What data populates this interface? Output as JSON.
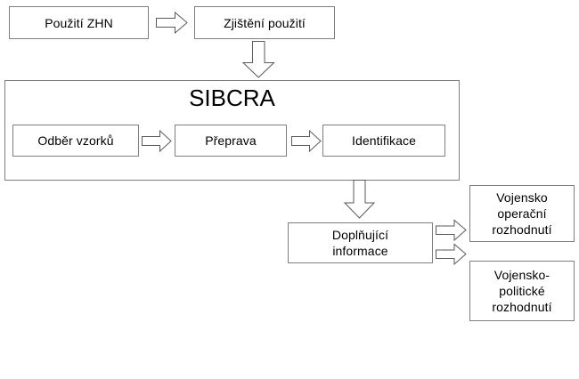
{
  "diagram": {
    "title": "SIBCRA",
    "group_label": "SIBCRA",
    "nodes": {
      "pouziti_zhn": "Použití ZHN",
      "zjisteni_pouziti": "Zjištění použití",
      "odber_vzorku": "Odběr vzorků",
      "preprava": "Přeprava",
      "identifikace": "Identifikace",
      "doplnujici_informace_line1": "Doplňující",
      "doplnujici_informace_line2": "informace",
      "vojensko_operacni_line1": "Vojensko",
      "vojensko_operacni_line2": "operační",
      "vojensko_operacni_line3": "rozhodnutí",
      "vojensko_politicke_line1": "Vojensko-",
      "vojensko_politicke_line2": "politické",
      "vojensko_politicke_line3": "rozhodnutí"
    },
    "arrows": {
      "zhn_to_zjisteni": "arrow-right-icon",
      "zjisteni_down": "arrow-down-icon",
      "odber_to_preprava": "arrow-right-icon",
      "preprava_to_identifikace": "arrow-right-icon",
      "sibcra_down": "arrow-down-icon",
      "doplnujici_to_operacni": "arrow-right-icon",
      "doplnujici_to_politicke": "arrow-right-icon"
    },
    "colors": {
      "border": "#7f7f7f",
      "arrow_stroke": "#5a5a5a",
      "fill": "#ffffff",
      "text": "#000000"
    }
  }
}
